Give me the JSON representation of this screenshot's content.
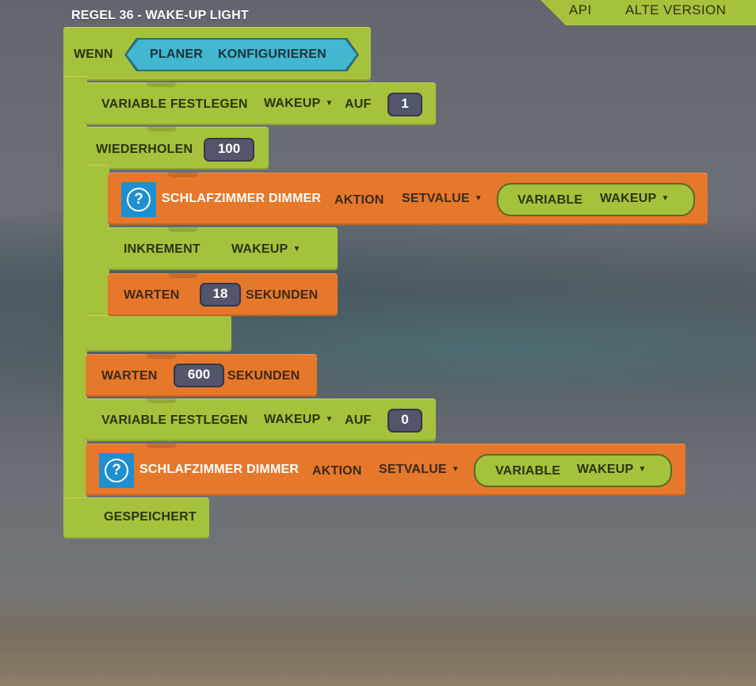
{
  "rule": {
    "title": "REGEL 36 - WAKE-UP LIGHT"
  },
  "topnav": {
    "api": "API",
    "old_version": "ALTE VERSION"
  },
  "when_block": {
    "label": "WENN",
    "trigger_a": "PLANER",
    "trigger_b": "KONFIGURIEREN"
  },
  "set_var_1": {
    "label": "VARIABLE FESTLEGEN",
    "variable": "WAKEUP",
    "to": "AUF",
    "value": "1"
  },
  "repeat": {
    "label": "WIEDERHOLEN",
    "count": "100"
  },
  "device_1": {
    "device": "SCHLAFZIMMER DIMMER",
    "action_label": "AKTION",
    "action": "SETVALUE",
    "var_label": "VARIABLE",
    "var_name": "WAKEUP"
  },
  "increment": {
    "label": "INKREMENT",
    "variable": "WAKEUP"
  },
  "wait_inner": {
    "label": "WARTEN",
    "value": "18",
    "unit": "SEKUNDEN"
  },
  "wait_outer": {
    "label": "WARTEN",
    "value": "600",
    "unit": "SEKUNDEN"
  },
  "set_var_2": {
    "label": "VARIABLE FESTLEGEN",
    "variable": "WAKEUP",
    "to": "AUF",
    "value": "0"
  },
  "device_2": {
    "device": "SCHLAFZIMMER DIMMER",
    "action_label": "AKTION",
    "action": "SETVALUE",
    "var_label": "VARIABLE",
    "var_name": "WAKEUP"
  },
  "status": {
    "saved": "GESPEICHERT"
  },
  "icons": {
    "help": "help-question-icon",
    "dropdown": "caret-down-icon"
  },
  "colors": {
    "green": "#a5c23d",
    "orange": "#e6782b",
    "cyan": "#42b7cf",
    "value_bg": "#52566a",
    "help_blue": "#1e8fd0"
  }
}
